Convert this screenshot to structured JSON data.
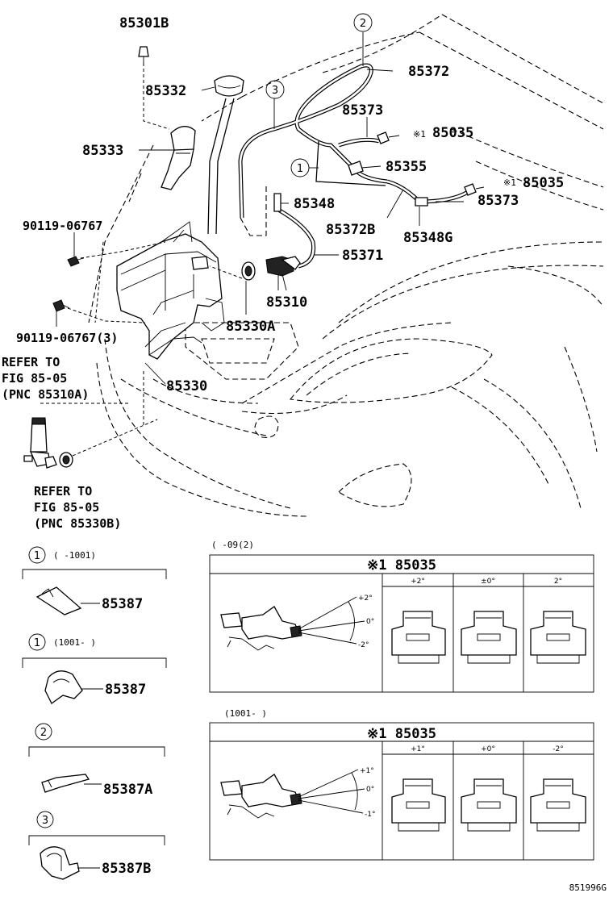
{
  "callouts": {
    "p85301B": "85301B",
    "p85332": "85332",
    "p85333": "85333",
    "p85372": "85372",
    "p85373a": "85373",
    "p85035a": "85035",
    "p85035b": "85035",
    "p85355": "85355",
    "p85373b": "85373",
    "p85348": "85348",
    "p85372B": "85372B",
    "p85348G": "85348G",
    "p85371": "85371",
    "p85310": "85310",
    "p85330A": "85330A",
    "p85330": "85330",
    "p90119a": "90119-06767",
    "p90119b": "90119-06767(3)",
    "asterisk": "※1"
  },
  "circles": {
    "c1": "1",
    "c2": "2",
    "c3": "3"
  },
  "refer_a": {
    "line1": "REFER TO",
    "line2": "FIG 85-05",
    "line3": "(PNC 85310A)"
  },
  "refer_b": {
    "line1": "REFER TO",
    "line2": "FIG 85-05",
    "line3": "(PNC 85330B)"
  },
  "clip_legend": [
    {
      "circle": "1",
      "range": "(     -1001)",
      "part": "85387"
    },
    {
      "circle": "1",
      "range": "(1001-     )",
      "part": "85387"
    },
    {
      "circle": "2",
      "range": "",
      "part": "85387A"
    },
    {
      "circle": "3",
      "range": "",
      "part": "85387B"
    }
  ],
  "nozzle_table_1": {
    "range": "(     -09(2)",
    "title": "※1 85035",
    "angles": [
      "+2°",
      "0°",
      "-2°"
    ],
    "columns": [
      "+2°",
      "±0°",
      "2°"
    ]
  },
  "nozzle_table_2": {
    "range": "(1001-     )",
    "title": "※1 85035",
    "angles": [
      "+1°",
      "0°",
      "-1°"
    ],
    "columns": [
      "+1°",
      "+0°",
      "-2°"
    ]
  },
  "figure_code": "851996G"
}
